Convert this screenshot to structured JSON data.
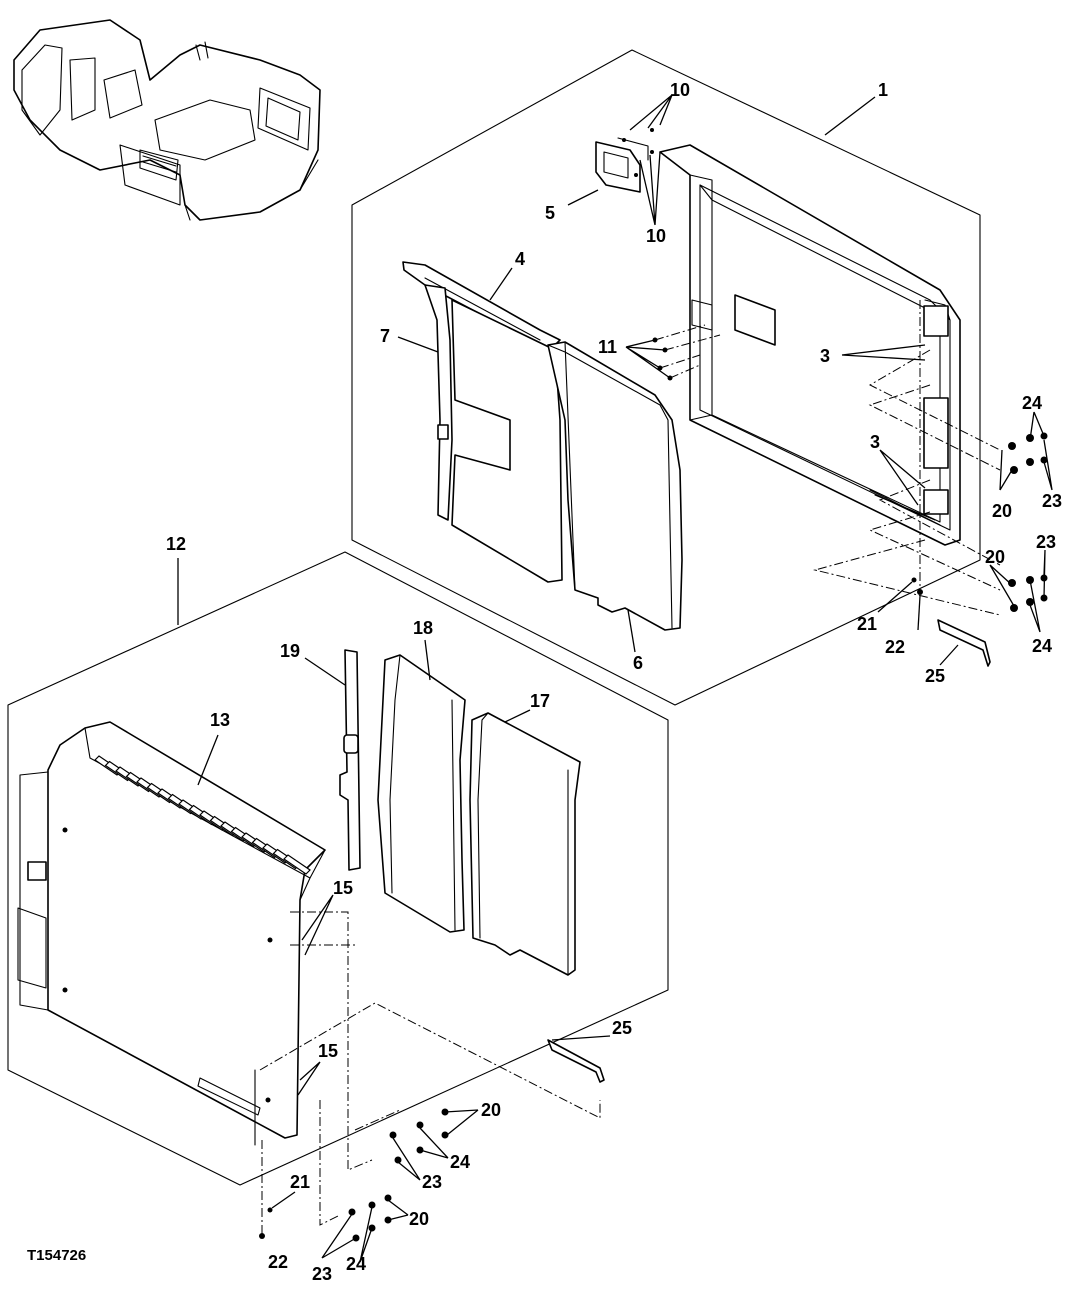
{
  "figure_id": "T154726",
  "callouts": {
    "c1": "1",
    "c3a": "3",
    "c3b": "3",
    "c4": "4",
    "c5": "5",
    "c6": "6",
    "c7": "7",
    "c10a": "10",
    "c10b": "10",
    "c11": "11",
    "c12": "12",
    "c13": "13",
    "c15a": "15",
    "c15b": "15",
    "c17": "17",
    "c18": "18",
    "c19": "19",
    "c20a": "20",
    "c20b": "20",
    "c20c": "20",
    "c20d": "20",
    "c21a": "21",
    "c21b": "21",
    "c22a": "22",
    "c22b": "22",
    "c23a": "23",
    "c23b": "23",
    "c23c": "23",
    "c23d": "23",
    "c24a": "24",
    "c24b": "24",
    "c24c": "24",
    "c24d": "24",
    "c25a": "25",
    "c25b": "25"
  }
}
